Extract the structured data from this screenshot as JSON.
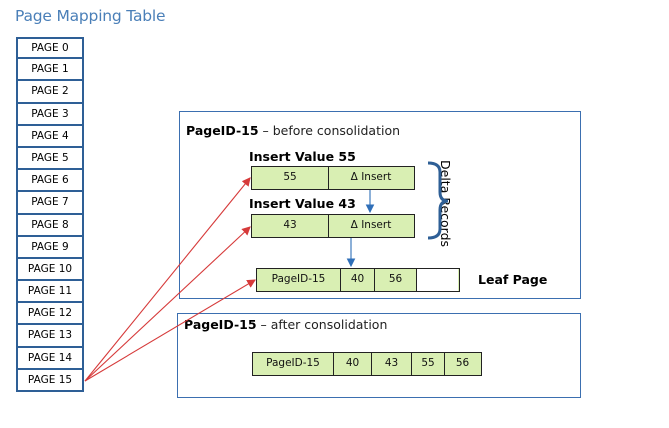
{
  "title": "Page Mapping Table",
  "pages": [
    "PAGE 0",
    "PAGE 1",
    "PAGE 2",
    "PAGE 3",
    "PAGE 4",
    "PAGE 5",
    "PAGE 6",
    "PAGE 7",
    "PAGE 8",
    "PAGE 9",
    "PAGE 10",
    "PAGE 11",
    "PAGE 12",
    "PAGE 13",
    "PAGE 14",
    "PAGE 15"
  ],
  "before": {
    "title_bold": "PageID-15",
    "title_rest": " – before consolidation",
    "delta1_heading": "Insert Value 55",
    "delta1_cells": [
      "55",
      "Δ Insert"
    ],
    "delta2_heading": "Insert Value 43",
    "delta2_cells": [
      "43",
      "Δ Insert"
    ],
    "delta_label": "Delta Records",
    "leaf_cells": [
      "PageID-15",
      "40",
      "56",
      ""
    ],
    "leaf_label": "Leaf Page"
  },
  "after": {
    "title_bold": "PageID-15",
    "title_rest": " – after consolidation",
    "cells": [
      "PageID-15",
      "40",
      "43",
      "55",
      "56"
    ]
  },
  "colors": {
    "title": "#4a7fb8",
    "border": "#2e5f96",
    "record_fill": "#d9efb3",
    "arrow_red": "#d63a3a",
    "arrow_blue": "#2f6fb8"
  }
}
